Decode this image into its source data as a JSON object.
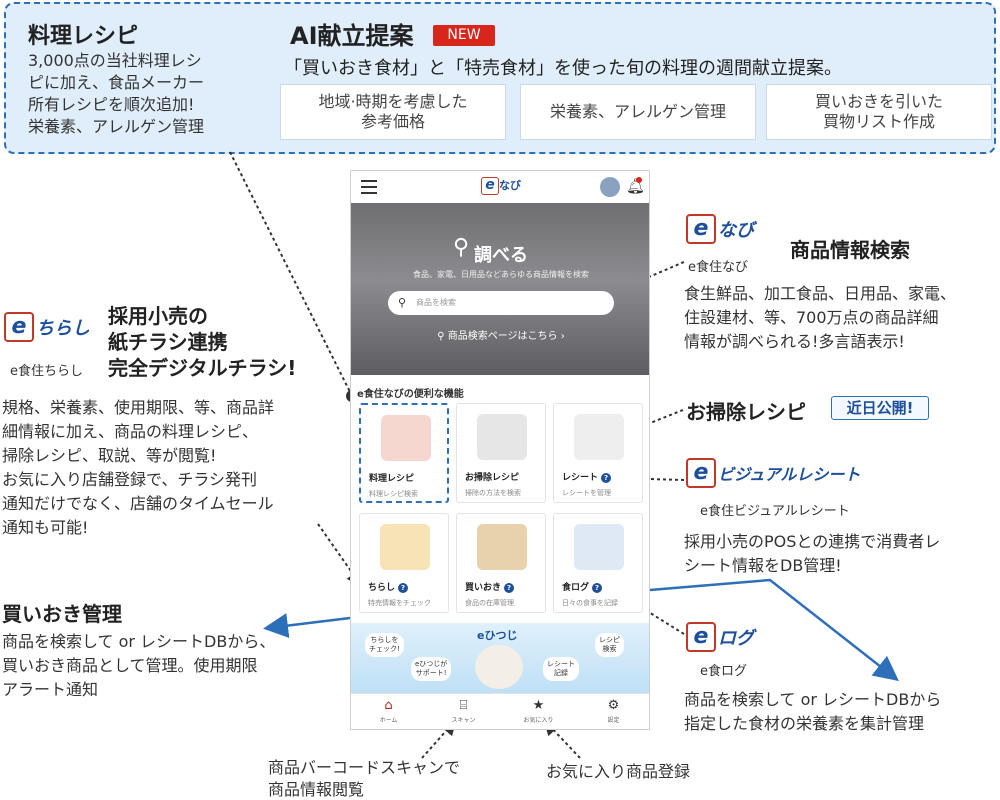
{
  "top_panel": {
    "recipe_title": "料理レシピ",
    "recipe_lines": [
      "3,000点の当社料理レシ",
      "ピに加え、食品メーカー",
      "所有レシピを順次追加!",
      "栄養素、アレルゲン管理"
    ],
    "ai_title": "AI献立提案",
    "new_badge": "NEW",
    "ai_desc": "「買いおき食材」と「特売食材」を使った旬の料理の週間献立提案。",
    "features": [
      "地域·時期を考慮した\n参考価格",
      "栄養素、アレルゲン管理",
      "買いおきを引いた\n買物リスト作成"
    ]
  },
  "left": {
    "chirashi_logo": "ちらし",
    "chirashi_sub": "e食住ちらし",
    "chirashi_heading": [
      "採用小売の",
      "紙チラシ連携",
      "完全デジタルチラシ!"
    ],
    "chirashi_desc": [
      "規格、栄養素、使用期限、等、商品詳",
      "細情報に加え、商品の料理レシピ、",
      "掃除レシピ、取説、等が閲覧!",
      "お気に入り店舗登録で、チラシ発刊",
      "通知だけでなく、店舗のタイムセール",
      "通知も可能!"
    ],
    "stock_heading": "買いおき管理",
    "stock_desc": [
      "商品を検索して or レシートDBから、",
      "買いおき商品として管理。使用期限",
      "アラート通知"
    ]
  },
  "bottom": {
    "scan_desc": [
      "商品バーコードスキャンで",
      "商品情報閲覧"
    ],
    "fav_desc": "お気に入り商品登録"
  },
  "right": {
    "navi_logo": "なび",
    "navi_sub": "e食住なび",
    "navi_heading": "商品情報検索",
    "navi_desc": [
      "食生鮮品、加工食品、日用品、家電、",
      "住設建材、等、700万点の商品詳細",
      "情報が調べられる!多言語表示!"
    ],
    "clean_heading": "お掃除レシピ",
    "clean_badge": "近日公開!",
    "receipt_logo": "ビジュアルレシート",
    "receipt_sub": "e食住ビジュアルレシート",
    "receipt_desc": [
      "採用小売のPOSとの連携で消費者レ",
      "シート情報をDB管理!"
    ],
    "log_logo": "ログ",
    "log_sub": "e食ログ",
    "log_desc": [
      "商品を検索して or レシートDBから",
      "指定した食材の栄養素を集計管理"
    ]
  },
  "phone": {
    "app_name": "なび",
    "hero_title": "調べる",
    "hero_sub": "食品、家電、日用品などあらゆる商品情報を検索",
    "search_placeholder": "商品を検索",
    "search_link": "商品検索ページはこちら",
    "section_title": "e食住なびの便利な機能",
    "tiles": [
      {
        "label": "料理レシピ",
        "sub": "料理レシピ検索",
        "help": ""
      },
      {
        "label": "お掃除レシピ",
        "sub": "掃除の方法を検索",
        "help": ""
      },
      {
        "label": "レシート",
        "sub": "レシートを管理",
        "help": "?"
      },
      {
        "label": "ちらし",
        "sub": "特売情報をチェック",
        "help": "?"
      },
      {
        "label": "買いおき",
        "sub": "食品の在庫管理",
        "help": "?"
      },
      {
        "label": "食ログ",
        "sub": "日々の食事を記録",
        "help": "?"
      }
    ],
    "banner": {
      "title": "eひつじ",
      "bubbles": [
        "ちらしを\nチェック!",
        "eひつじが\nサポート!",
        "レシピ\n検索",
        "レシート\n記録"
      ]
    },
    "nav": [
      {
        "icon": "⌂",
        "label": "ホーム"
      },
      {
        "icon": "⌸",
        "label": "スキャン"
      },
      {
        "icon": "★",
        "label": "お気に入り"
      },
      {
        "icon": "⚙",
        "label": "設定"
      }
    ]
  },
  "colors": {
    "accent_blue": "#2d6fb8",
    "brand_red": "#c0392b",
    "badge_red": "#d9261c"
  }
}
